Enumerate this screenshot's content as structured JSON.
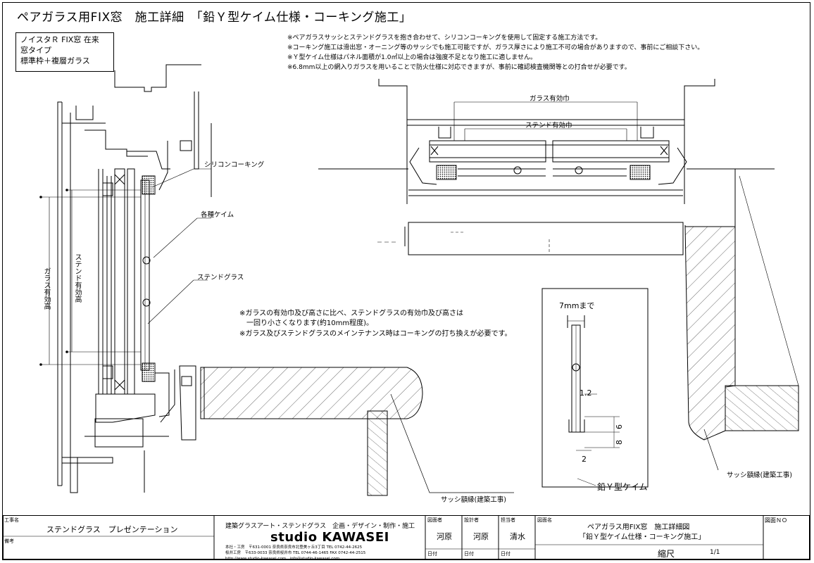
{
  "header": {
    "title": "ペアガラス用FIX窓　施工詳細　「鉛Ｙ型ケイム仕様・コーキング施工」"
  },
  "spec_box": {
    "line1": "ノイスタＲ FIX窓 在来",
    "line2": "窓タイプ",
    "line3": "標準枠＋複層ガラス"
  },
  "notes": [
    "※ペアガラスサッシとステンドグラスを抱き合わせて、シリコンコーキングを使用して固定する施工方法です。",
    "※コーキング施工は滑出窓・オーニング等のサッシでも施工可能ですが、ガラス厚さにより施工不可の場合がありますので、事前にご相談下さい。",
    "※Ｙ型ケイム仕様はパネル面積が1.0㎡以上の場合は強度不足となり施工に適しません。",
    "※6.8mm以上の網入りガラスを用いることで防火仕様に対応できますが、事前に確認検査機関等との打合せが必要です。"
  ],
  "labels": {
    "silicone": "シリコンコーキング",
    "came": "各種ケイム",
    "stained": "ステンドグラス",
    "glass_eff": "ガラス有効高",
    "stained_eff": "ステンド有効高",
    "glass_width": "ガラス有効巾",
    "stained_width": "ステンド有効巾",
    "sash_trim_1": "サッシ額縁(建築工事)",
    "sash_trim_2": "サッシ額縁(建築工事)",
    "to_7mm": "7mmまで",
    "dim_1_2": "1.2",
    "dim_6": "6",
    "dim_8": "8",
    "dim_2": "2",
    "y_came": "鉛Ｙ型ケイム"
  },
  "middle_notes": [
    "※ガラスの有効巾及び高さに比べ、ステンドグラスの有効巾及び高さは",
    "　一回り小さくなります(約10mm程度)。",
    "※ガラス及びステンドグラスのメインテナンス時はコーキングの打ち換えが必要です。"
  ],
  "title_block": {
    "project_label": "工事名",
    "project_value": "ステンドグラス　プレゼンテーション",
    "remarks_label": "備考",
    "company_tagline": "建築グラスアート・ステンドグラス　企画・デザイン・制作・施工",
    "company_name": "studio KAWASEI",
    "addr_line1": "本社・工房　〒631-0001 奈良県奈良市北登美ヶ丘3丁目 TEL 0742-44-2625",
    "addr_line2": "桜井工房　〒633-0033 奈良県桜井市 TEL 0744-46-1465 FAX 0742-44-2515",
    "addr_line3": "http://www.studio-kawasei.com　info@studio-kawasei.com",
    "drafter_label": "図面者",
    "drafter_value": "河原",
    "designer_label": "設計者",
    "designer_value": "河原",
    "checker_label": "担当者",
    "checker_value": "清水",
    "date_label": "日付",
    "drawing_title_label": "図面名",
    "drawing_title_1": "ペアガラス用FIX窓　施工詳細図",
    "drawing_title_2": "「鉛Ｙ型ケイム仕様・コーキング施工」",
    "scale_label": "縮尺",
    "scale_value": "1/1",
    "drawing_no_label": "図面ＮＯ"
  }
}
